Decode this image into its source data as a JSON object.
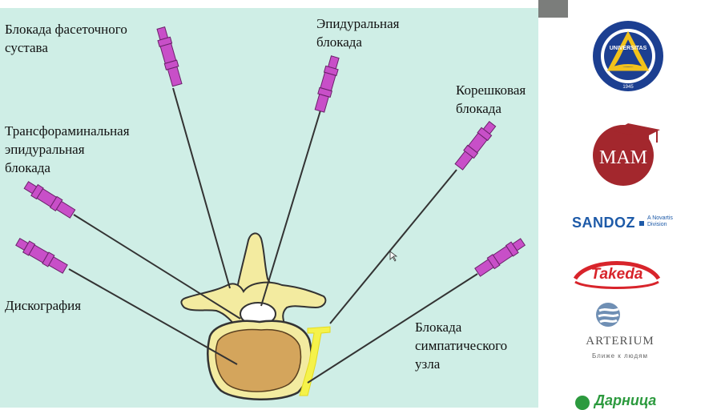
{
  "labels": {
    "facet": "Блокада фасеточного\nсустава",
    "epidural": "Эпидуральная\nблокада",
    "root": "Корешковая\nблокада",
    "transforaminal": "Трансфораминальная\nэпидуральная\nблокада",
    "discography": "Дискография",
    "sympathetic": "Блокада\nсимпатического\nузла"
  },
  "sponsors": {
    "university_ring": "UNIVERSITAS",
    "university_year": "1945",
    "mam": "МАМ",
    "sandoz": "SANDOZ",
    "sandoz_sub1": "A Novartis",
    "sandoz_sub2": "Division",
    "takeda": "Takeda",
    "arterium": "ARTERIUM",
    "arterium_tagline": "Ближе к людям",
    "darnitsa": "Дарница"
  },
  "colors": {
    "background": "#cfeee6",
    "needle_hub": "#c84fc8",
    "bone": "#f3eba0",
    "disc": "#d4a55c",
    "ganglion": "#f5f24a",
    "sandoz_blue": "#1d5aa8",
    "takeda_red": "#d8242b",
    "mam_red": "#a3272d"
  }
}
